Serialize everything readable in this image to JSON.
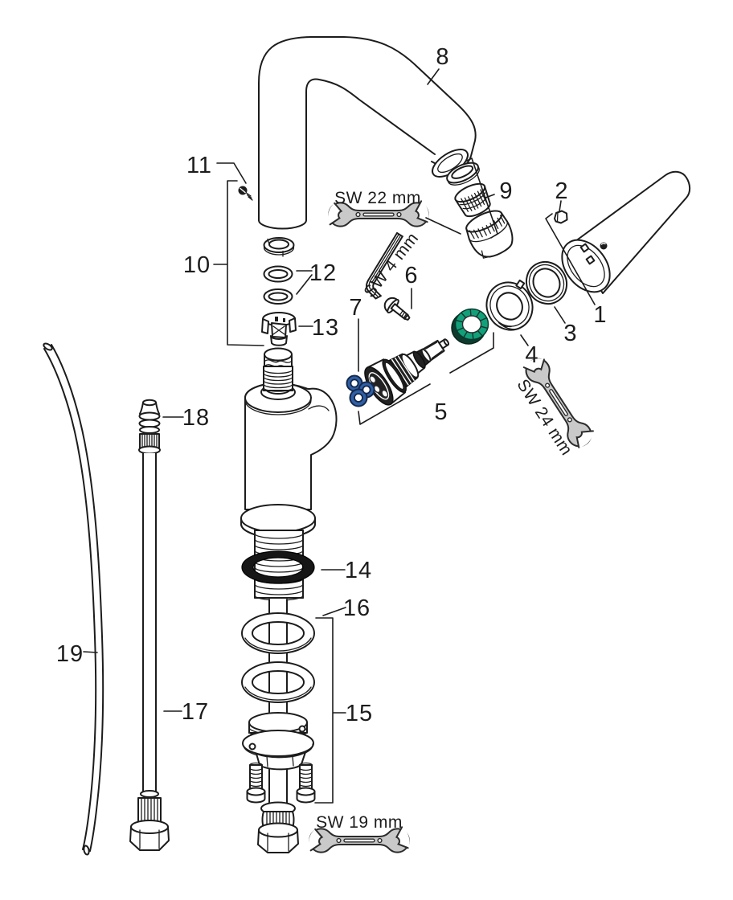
{
  "diagram": {
    "page_type": "exploded parts diagram",
    "background": "#ffffff",
    "line_color": "#1c1c1c"
  },
  "part_labels": {
    "p1": "1",
    "p2": "2",
    "p3": "3",
    "p4": "4",
    "p5": "5",
    "p6": "6",
    "p7": "7",
    "p8": "8",
    "p9": "9",
    "p10": "10",
    "p11": "11",
    "p12": "12",
    "p13": "13",
    "p14": "14",
    "p15": "15",
    "p16": "16",
    "p17": "17",
    "p18": "18",
    "p19": "19"
  },
  "tool_labels": {
    "wrench_22mm": "SW 22 mm",
    "hex_key_4mm": "SW 4 mm",
    "wrench_24mm": "SW 24 mm",
    "wrench_19mm": "SW 19 mm"
  },
  "accent_colors": {
    "seal_blue": "#2F5FA5",
    "cartridge_ring_green": "#12A07B",
    "base_gasket_black": "#161616",
    "tool_gray": "#C9C9C9"
  }
}
